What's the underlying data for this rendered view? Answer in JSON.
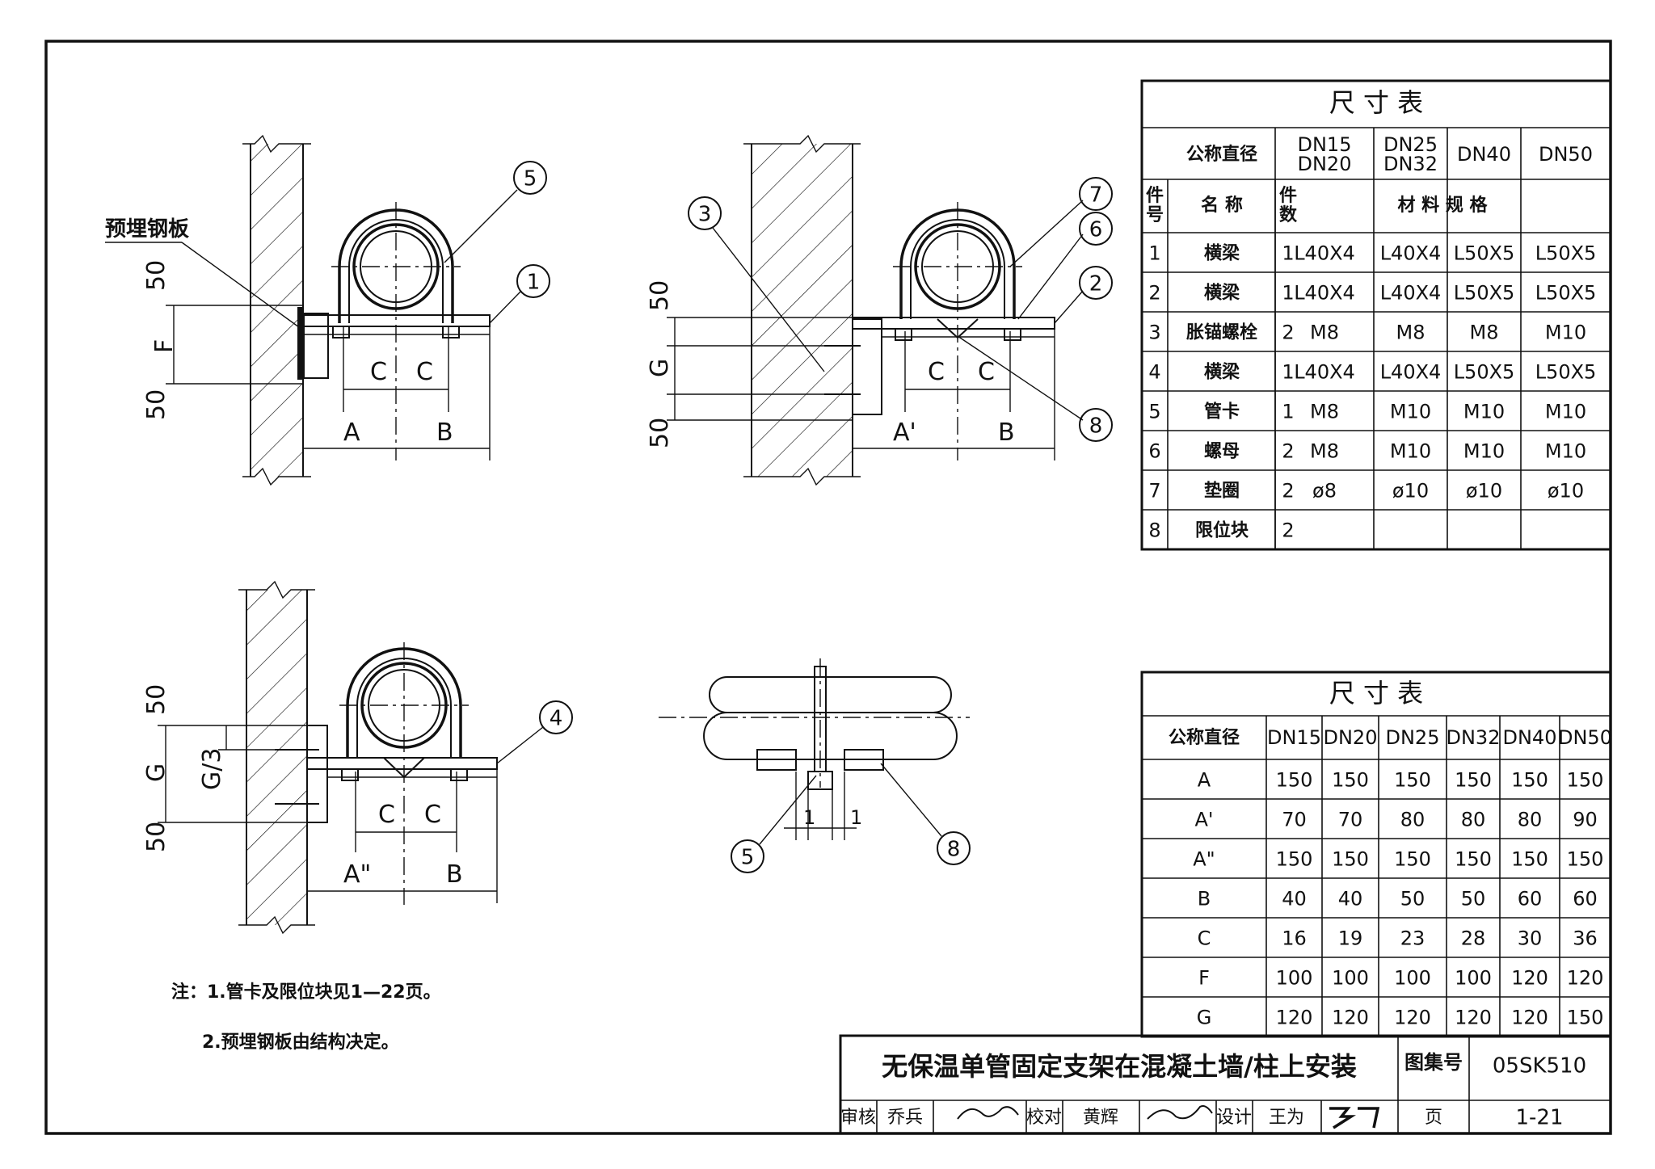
{
  "drawing": {
    "title": "无保温单管固定支架在混凝土墙/柱上安装",
    "embedded_plate_label": "预埋钢板",
    "dims": {
      "A": "A",
      "A1": "A'",
      "A2": "A\"",
      "B": "B",
      "C": "C",
      "F": "F",
      "G": "G",
      "G3": "G/3",
      "n50": "50",
      "n1": "1"
    },
    "callouts": [
      "1",
      "2",
      "3",
      "4",
      "5",
      "6",
      "7",
      "8"
    ]
  },
  "materials_table": {
    "title": "尺   寸   表",
    "header_label": "公称直径",
    "diameters": [
      "DN15\nDN20",
      "DN25\nDN32",
      "DN40",
      "DN50"
    ],
    "col_no": "件号",
    "col_name": "名 称",
    "col_qty": "件数",
    "col_spec": "材  料  规  格",
    "rows": [
      {
        "no": "1",
        "name": "横梁",
        "qty": "1",
        "specs": [
          "L40X4",
          "L40X4",
          "L50X5",
          "L50X5"
        ]
      },
      {
        "no": "2",
        "name": "横梁",
        "qty": "1",
        "specs": [
          "L40X4",
          "L40X4",
          "L50X5",
          "L50X5"
        ]
      },
      {
        "no": "3",
        "name": "胀锚螺栓",
        "qty": "2",
        "specs": [
          "M8",
          "M8",
          "M8",
          "M10"
        ]
      },
      {
        "no": "4",
        "name": "横梁",
        "qty": "1",
        "specs": [
          "L40X4",
          "L40X4",
          "L50X5",
          "L50X5"
        ]
      },
      {
        "no": "5",
        "name": "管卡",
        "qty": "1",
        "specs": [
          "M8",
          "M10",
          "M10",
          "M10"
        ]
      },
      {
        "no": "6",
        "name": "螺母",
        "qty": "2",
        "specs": [
          "M8",
          "M10",
          "M10",
          "M10"
        ]
      },
      {
        "no": "7",
        "name": "垫圈",
        "qty": "2",
        "specs": [
          "ø8",
          "ø10",
          "ø10",
          "ø10"
        ]
      },
      {
        "no": "8",
        "name": "限位块",
        "qty": "2",
        "specs": [
          "",
          "",
          "",
          ""
        ]
      }
    ]
  },
  "dimension_table": {
    "title": "尺   寸   表",
    "header_label": "公称直径",
    "diameters": [
      "DN15",
      "DN20",
      "DN25",
      "DN32",
      "DN40",
      "DN50"
    ],
    "rows": [
      {
        "label": "A",
        "values": [
          "150",
          "150",
          "150",
          "150",
          "150",
          "150"
        ]
      },
      {
        "label": "A'",
        "values": [
          "70",
          "70",
          "80",
          "80",
          "80",
          "90"
        ]
      },
      {
        "label": "A\"",
        "values": [
          "150",
          "150",
          "150",
          "150",
          "150",
          "150"
        ]
      },
      {
        "label": "B",
        "values": [
          "40",
          "40",
          "50",
          "50",
          "60",
          "60"
        ]
      },
      {
        "label": "C",
        "values": [
          "16",
          "19",
          "23",
          "28",
          "30",
          "36"
        ]
      },
      {
        "label": "F",
        "values": [
          "100",
          "100",
          "100",
          "100",
          "120",
          "120"
        ]
      },
      {
        "label": "G",
        "values": [
          "120",
          "120",
          "120",
          "120",
          "120",
          "150"
        ]
      }
    ]
  },
  "notes": [
    "注：1.管卡及限位块见1—22页。",
    "2.预埋钢板由结构决定。"
  ],
  "title_block": {
    "title": "无保温单管固定支架在混凝土墙/柱上安装",
    "atlas_label": "图集号",
    "atlas_no": "05SK510",
    "review_label": "审核",
    "reviewer": "乔兵",
    "check_label": "校对",
    "checker": "黄辉",
    "design_label": "设计",
    "designer": "王为",
    "page_label": "页",
    "page_no": "1-21"
  }
}
